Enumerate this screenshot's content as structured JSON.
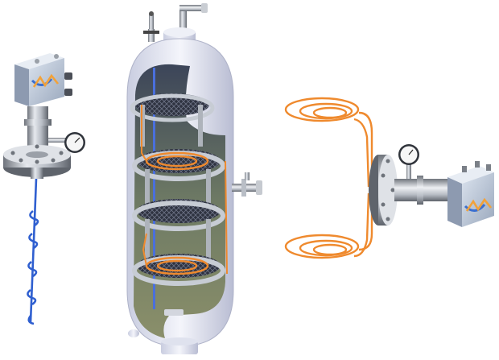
{
  "illustration": {
    "left_probe": {
      "logo": "vm-logo",
      "icon": "pressure-gauge-icon"
    },
    "vessel": {
      "icon": "separator-vessel-icon",
      "tray_count": 4
    },
    "right_probe": {
      "logo": "vm-logo",
      "icon": "pressure-gauge-icon"
    },
    "coil_color": "#ef8a2e",
    "vessel_color": "#e4e7f4",
    "steel_color": "#a9aeb6",
    "box_color": "#c3cedd",
    "logo_accent": "#f2a23a",
    "probe_wire_color": "#2f5fd0"
  }
}
